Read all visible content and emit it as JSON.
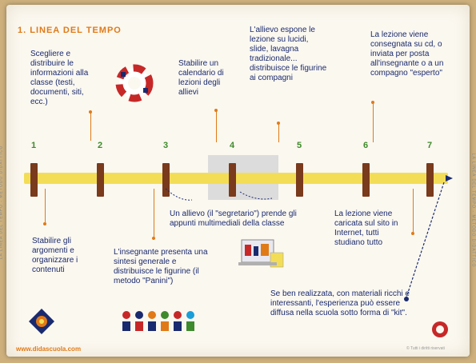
{
  "title": "1. LINEA DEL TEMPO",
  "steps": [
    "1",
    "2",
    "3",
    "4",
    "5",
    "6",
    "7"
  ],
  "notes": {
    "top_1": "Scegliere e distribuire le informazioni alla classe (testi, documenti, siti, ecc.)",
    "top_3": "Stabilire un calendario di lezioni degli allievi",
    "top_4": "L'allievo espone le lezione su lucidi, slide, lavagna tradizionale... distribuisce le figurine ai compagni",
    "top_6": "La lezione viene consegnata su cd, o inviata per posta all'insegnante o a un compagno \"esperto\"",
    "bottom_1": "Stabilire gli argomenti e organizzare i contenuti",
    "bottom_2": "L'insegnante presenta una sintesi generale e distribuisce le figurine (il metodo \"Panini\")",
    "bottom_3": "Un allievo (il \"segretario\") prende gli appunti multimediali della classe",
    "bottom_5": "La lezione viene caricata sul sito in Internet, tutti studiano tutto",
    "bottom_6": "Se ben realizzata, con materiali ricchi e interessanti, l'esperienza può essere diffusa nella scuola sotto forma di \"kit\"."
  },
  "side_label": "LA LINEA DEL TEMPO - METODO DIDATTICO",
  "footer": {
    "url": "www.didascuola.com",
    "credit": "© Tutti i diritti riservati"
  },
  "colors": {
    "accent": "#e07a17",
    "step_number": "#3e8a2c",
    "timeline": "#f3dd57",
    "tick": "#7a3a1c",
    "text": "#1a2a6e"
  },
  "icons": [
    "life-ring-icon",
    "sticker-icon",
    "laptop-icon",
    "figurines-icon",
    "logo-emblem-icon",
    "stamp-icon"
  ]
}
